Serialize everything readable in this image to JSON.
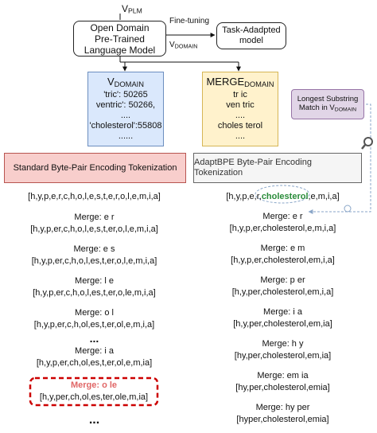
{
  "top_label": {
    "main": "V",
    "sub": "PLM"
  },
  "plm_box": {
    "lines": [
      "Open Domain",
      "Pre-Trained",
      "Language Model"
    ]
  },
  "finetune_label": "Fine-tuning",
  "vdomain_label": {
    "main": "V",
    "sub": "DOMAIN"
  },
  "task_box": {
    "lines": [
      "Task-Adadpted",
      "model"
    ]
  },
  "vocab_left": {
    "title_main": "V",
    "title_sub": "DOMAIN",
    "entries": [
      "'tric': 50265",
      "ventric': 50266,",
      "....",
      "'cholesterol':55808",
      "......"
    ]
  },
  "vocab_right": {
    "title_main": "MERGE",
    "title_sub": "DOMAIN",
    "entries": [
      "tr ic",
      "ven tric",
      "....",
      "choles terol",
      "...."
    ]
  },
  "lss_box": {
    "line1": "Longest Substring",
    "line2_main": "Match in V",
    "line2_sub": "DOMAIN"
  },
  "std_tok": "Standard Byte-Pair Encoding Tokenization",
  "adapt_tok": "AdaptBPE Byte-Pair Encoding Tokenization",
  "left_steps": [
    {
      "merge": "",
      "tokens": "[h,y,p,e,r,c,h,o,l,e,s,t,e,r,o,l,e,m,i,a]"
    },
    {
      "merge": "Merge: e r",
      "tokens": "[h,y,p,er,c,h,o,l,e,s,t,er,o,l,e,m,i,a]"
    },
    {
      "merge": "Merge: e s",
      "tokens": "[h,y,p,er,c,h,o,l,es,t,er,o,l,e,m,i,a]"
    },
    {
      "merge": "Merge: l e",
      "tokens": "[h,y,p,er,c,h,o,l,es,t,er,o,le,m,i,a]"
    },
    {
      "merge": "Merge: o l",
      "tokens": "[h,y,p,er,c,h,ol,es,t,er,ol,e,m,i,a]"
    },
    {
      "merge": "Merge: i a",
      "tokens": "[h,y,p,er,ch,ol,es,t,er,ol,e,m,ia]"
    }
  ],
  "left_dots": "...",
  "left_highlight": {
    "merge": "Merge: o le",
    "tokens": "[h,y,per,ch,ol,es,ter,ole,m,ia]"
  },
  "left_bottom_dots": "...",
  "right_first": {
    "prefix": "[h,y,p,e,r,",
    "highlight": "cholesterol",
    "suffix": ",e,m,i,a]"
  },
  "right_steps": [
    {
      "merge": "Merge: e r",
      "tokens": "[h,y,p,er,cholesterol,e,m,i,a]"
    },
    {
      "merge": "Merge: e m",
      "tokens": "[h,y,p,er,cholesterol,em,i,a]"
    },
    {
      "merge": "Merge: p er",
      "tokens": "[h,y,per,cholesterol,em,i,a]"
    },
    {
      "merge": "Merge: i a",
      "tokens": "[h,y,per,cholesterol,em,ia]"
    },
    {
      "merge": "Merge: h y",
      "tokens": "[hy,per,cholesterol,em,ia]"
    },
    {
      "merge": "Merge: em ia",
      "tokens": "[hy,per,cholesterol,emia]"
    },
    {
      "merge": "Merge: hy per",
      "tokens": "[hyper,cholesterol,emia]"
    }
  ],
  "colors": {
    "blue": "#dae8fc",
    "yellow": "#fff2cc",
    "red": "#f8cecc",
    "purple": "#e1d5e7",
    "green": "#2a8c3a"
  }
}
